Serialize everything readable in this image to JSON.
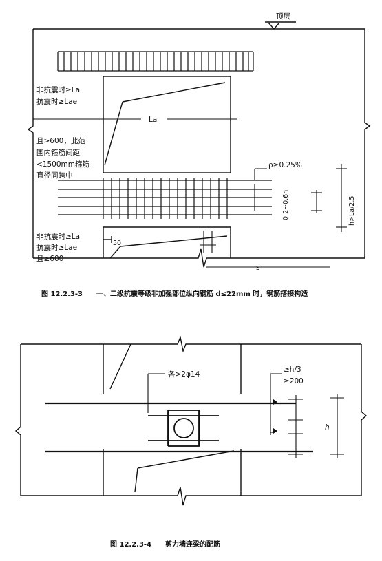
{
  "figure1": {
    "top_label": "顶层",
    "upper_note": [
      "非抗震时≥La",
      "抗震时≥Lae"
    ],
    "la_label": "La",
    "range_note": [
      "且>600，此范",
      "围内箍筋间距",
      "<1500mm箍筋",
      "直径同跨中"
    ],
    "rho_label": "ρ≥0.25%",
    "spacing_label": "0.2~0.6h",
    "h_label": "h>La/2.5",
    "lower_note": [
      "非抗震时≥La",
      "抗震时≥Lae",
      "且≥600"
    ],
    "fifty_label": "50",
    "s_label": "s",
    "caption": "图 12.2.3-3　　一、二级抗震等级非加强部位纵向钢筋 d≤22mm 时，钢筋搭接构造"
  },
  "figure2": {
    "bars_label": "各>2φ14",
    "h3_label": "≥h/3",
    "min200_label": "≥200",
    "h_label": "h",
    "caption": "图 12.2.3-4　　剪力墙连梁的配筋"
  }
}
